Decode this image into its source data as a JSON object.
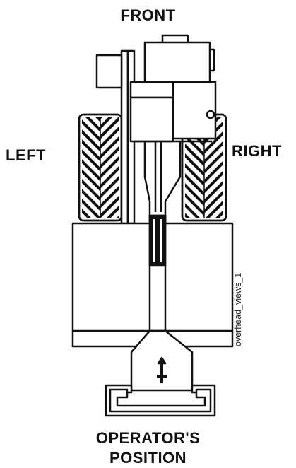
{
  "labels": {
    "front": "FRONT",
    "left": "LEFT",
    "right": "RIGHT",
    "operator_line1": "OPERATOR'S",
    "operator_line2": "POSITION"
  },
  "figure_id": "overhead_views_1",
  "colors": {
    "ink": "#111111",
    "paper": "#ffffff"
  }
}
